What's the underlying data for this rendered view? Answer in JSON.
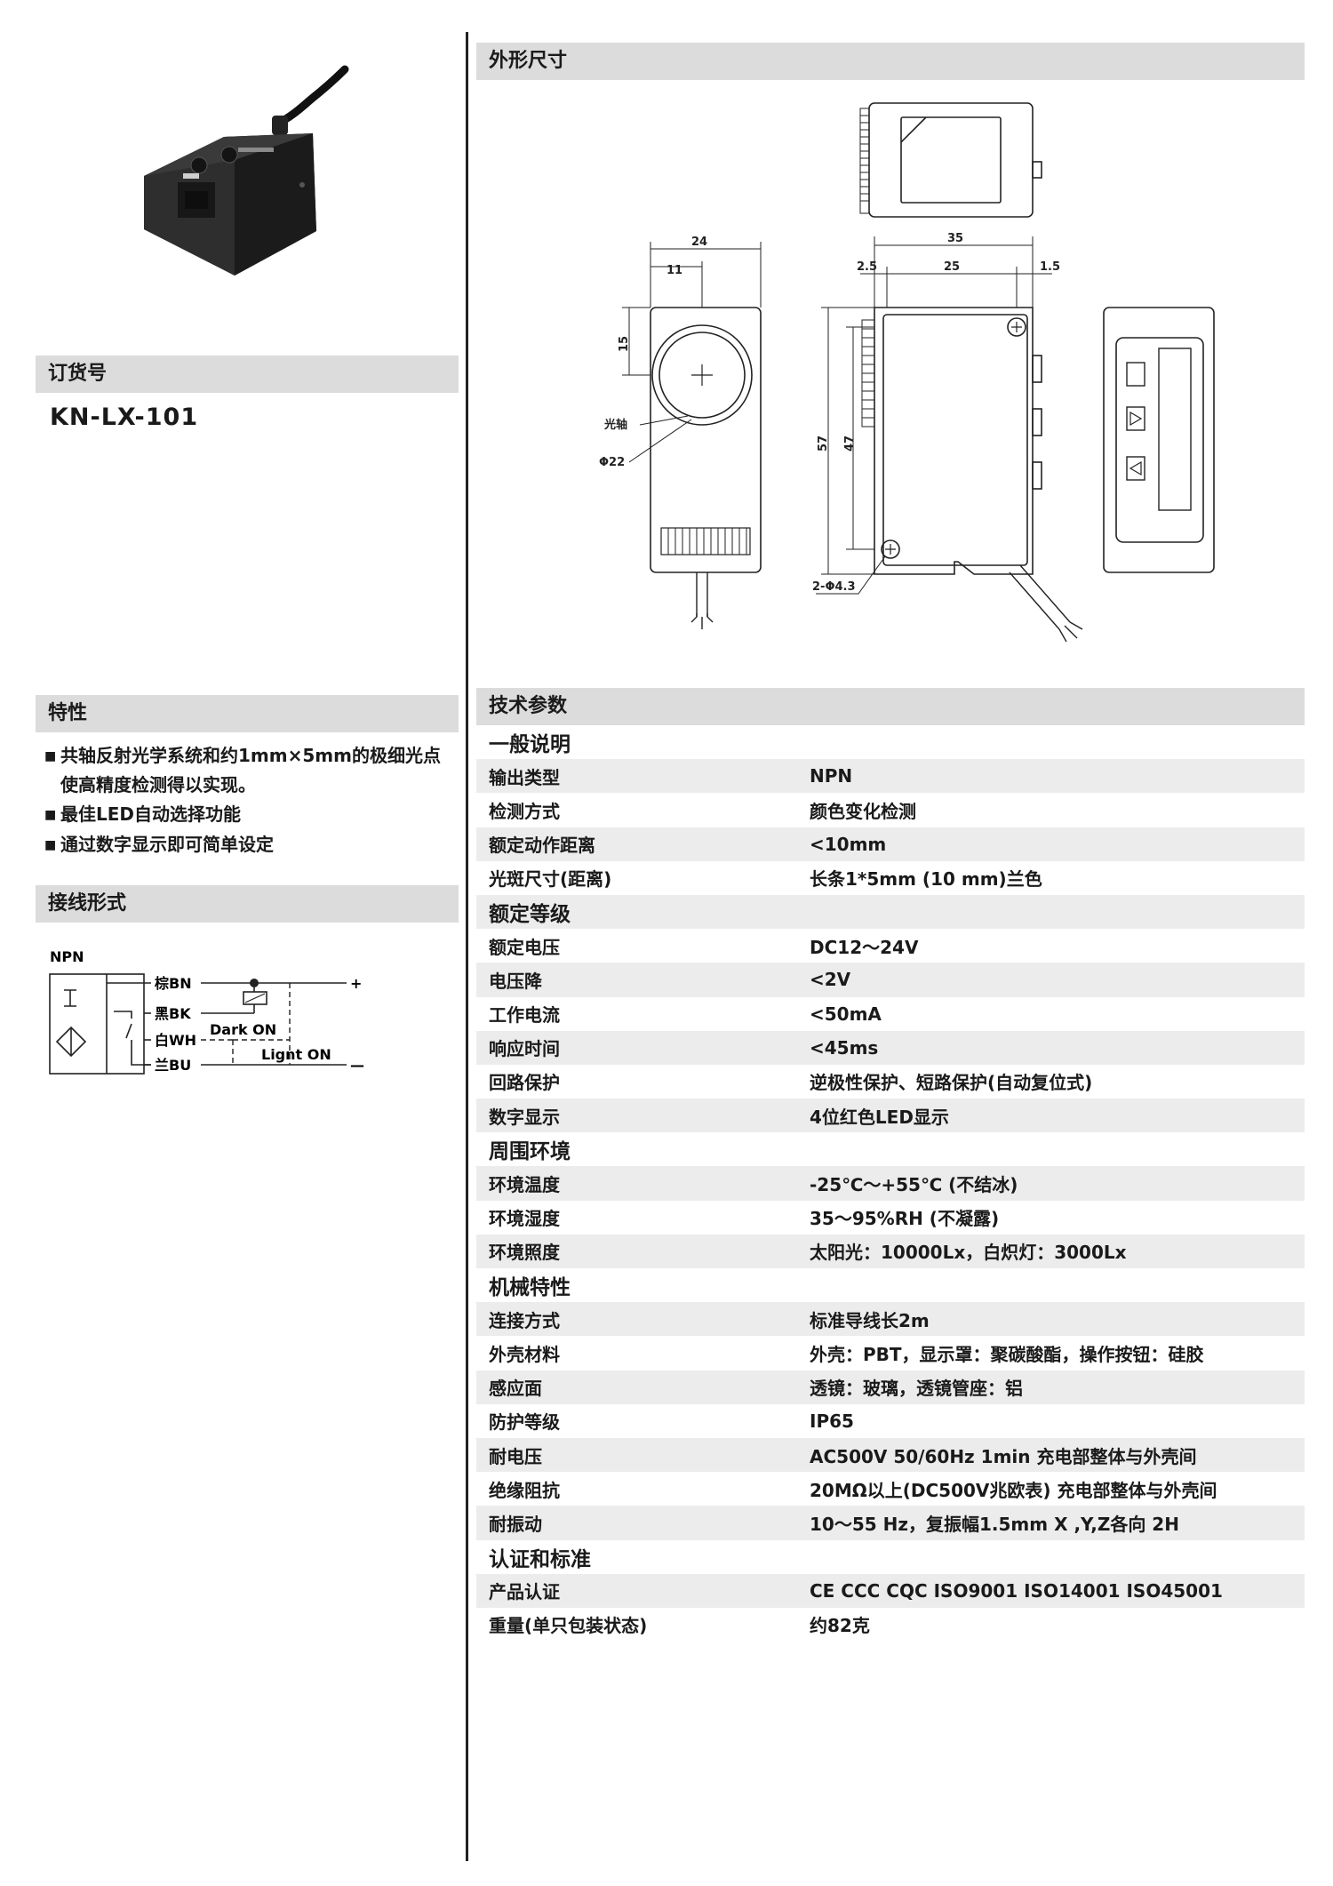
{
  "headers": {
    "dimensions": "外形尺寸",
    "order": "订货号",
    "features": "特性",
    "wiring": "接线形式",
    "specs": "技术参数"
  },
  "order_number": "KN-LX-101",
  "features": [
    "共轴反射光学系统和约1mm×5mm的极细光点使高精度检测得以实现。",
    "最佳LED自动选择功能",
    "通过数字显示即可简单设定"
  ],
  "wiring": {
    "type_label": "NPN",
    "wire_brown": "棕BN",
    "wire_black": "黑BK",
    "wire_white": "白WH",
    "wire_blue": "兰BU",
    "dark_on": "Dark ON",
    "light_on": "Lignt ON",
    "plus": "+",
    "minus": "—"
  },
  "drawing": {
    "dim_24": "24",
    "dim_11": "11",
    "dim_15": "15",
    "label_axis": "光轴",
    "label_phi22": "Φ22",
    "dim_35": "35",
    "dim_25": "25",
    "dim_2_5": "2.5",
    "dim_1_5": "1.5",
    "dim_57": "57",
    "dim_47": "47",
    "label_holes": "2-Φ4.3"
  },
  "specs": [
    {
      "section": "一般说明"
    },
    {
      "key": "输出类型",
      "value": "NPN"
    },
    {
      "key": "检测方式",
      "value": "颜色变化检测"
    },
    {
      "key": "额定动作距离",
      "value": "<10mm"
    },
    {
      "key": "光斑尺寸(距离)",
      "value": "长条1*5mm (10 mm)兰色"
    },
    {
      "section": "额定等级"
    },
    {
      "key": "额定电压",
      "value": "DC12～24V"
    },
    {
      "key": "电压降",
      "value": "<2V"
    },
    {
      "key": "工作电流",
      "value": "<50mA"
    },
    {
      "key": "响应时间",
      "value": "<45ms"
    },
    {
      "key": "回路保护",
      "value": "逆极性保护、短路保护(自动复位式)"
    },
    {
      "key": "数字显示",
      "value": "4位红色LED显示"
    },
    {
      "section": "周围环境"
    },
    {
      "key": "环境温度",
      "value": "-25℃～+55℃ (不结冰)"
    },
    {
      "key": "环境湿度",
      "value": "35～95%RH (不凝露)"
    },
    {
      "key": "环境照度",
      "value": "太阳光：10000Lx，白炽灯：3000Lx"
    },
    {
      "section": "机械特性"
    },
    {
      "key": "连接方式",
      "value": "标准导线长2m"
    },
    {
      "key": "外壳材料",
      "value": "外壳：PBT，显示罩：聚碳酸酯，操作按钮：硅胶"
    },
    {
      "key": "感应面",
      "value": "透镜：玻璃，透镜管座：铝"
    },
    {
      "key": "防护等级",
      "value": "IP65"
    },
    {
      "key": "耐电压",
      "value": "AC500V 50/60Hz 1min 充电部整体与外壳间"
    },
    {
      "key": "绝缘阻抗",
      "value": "20MΩ以上(DC500V兆欧表) 充电部整体与外壳间"
    },
    {
      "key": "耐振动",
      "value": "10～55 Hz，复振幅1.5mm X ,Y,Z各向 2H"
    },
    {
      "section": "认证和标准"
    },
    {
      "key": "产品认证",
      "value": "CE  CCC  CQC  ISO9001   ISO14001  ISO45001"
    },
    {
      "key": "重量(单只包装状态)",
      "value": "约82克"
    }
  ]
}
